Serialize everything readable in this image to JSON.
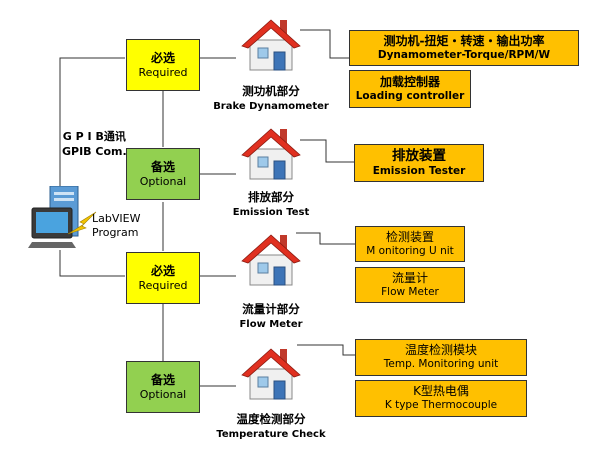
{
  "gpib": {
    "cn": "G P I B通讯",
    "en": "GPIB Com."
  },
  "program": {
    "line1": "LabVIEW",
    "line2": "Program"
  },
  "categories": [
    {
      "cn": "必选",
      "en": "Required"
    },
    {
      "cn": "备选",
      "en": "Optional"
    },
    {
      "cn": "必选",
      "en": "Required"
    },
    {
      "cn": "备选",
      "en": "Optional"
    }
  ],
  "sections": [
    {
      "cn": "测功机部分",
      "en": "Brake Dynamometer"
    },
    {
      "cn": "排放部分",
      "en": "Emission Test"
    },
    {
      "cn": "流量计部分",
      "en": "Flow Meter"
    },
    {
      "cn": "温度检测部分",
      "en": "Temperature Check"
    }
  ],
  "components": [
    {
      "cn": "测功机-扭矩・转速・输出功率",
      "en": "Dynamometer-Torque/RPM/W"
    },
    {
      "cn": "加载控制器",
      "en": "Loading controller"
    },
    {
      "cn": "排放装置",
      "en": "Emission Tester"
    },
    {
      "cn": "检测装置",
      "en": "M onitoring U nit"
    },
    {
      "cn": "流量计",
      "en": "Flow Meter"
    },
    {
      "cn": "温度检测模块",
      "en": "Temp. Monitoring unit"
    },
    {
      "cn": "K型热电偶",
      "en": "K type Thermocouple"
    }
  ],
  "colors": {
    "required": "#ffff00",
    "optional": "#92d050",
    "component": "#ffc000",
    "roof": "#e03020"
  },
  "icons": [
    "house-icon",
    "computer-icon",
    "arrow-icon"
  ]
}
